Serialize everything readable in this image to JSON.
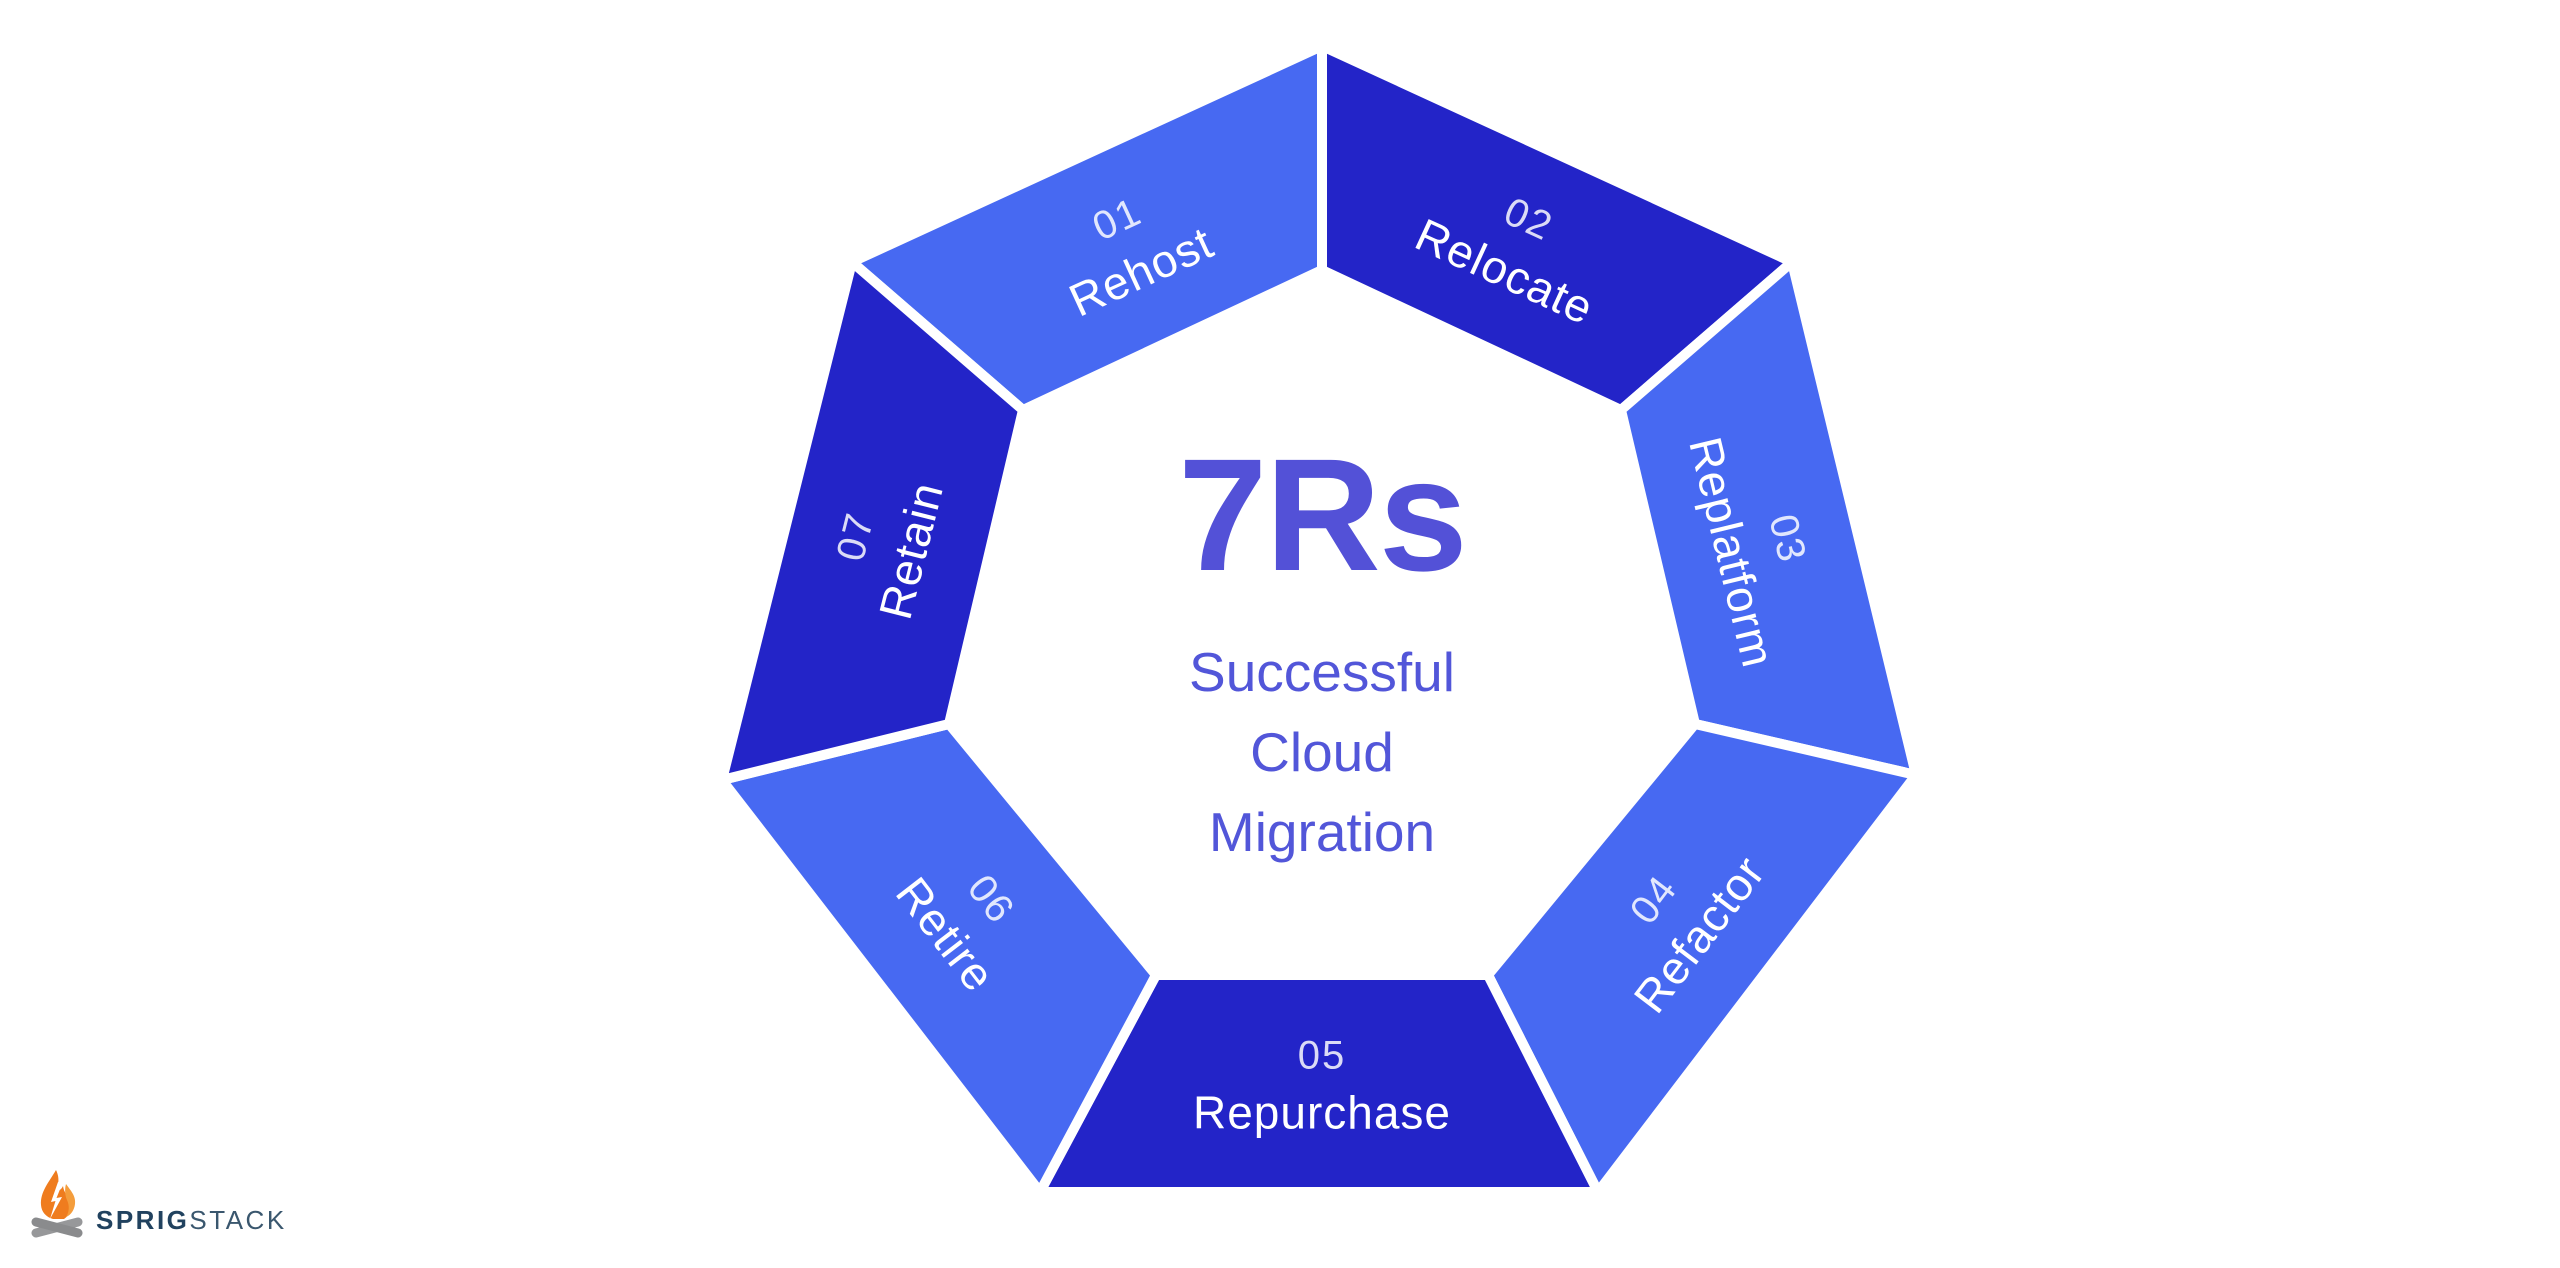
{
  "title": {
    "heading": "7Rs",
    "subtitle_lines": [
      "Successful",
      "Cloud",
      "Migration"
    ]
  },
  "segments": [
    {
      "number": "01",
      "name": "Rehost",
      "tone": "light",
      "color": "#4769F2"
    },
    {
      "number": "02",
      "name": "Relocate",
      "tone": "dark",
      "color": "#2324C8"
    },
    {
      "number": "03",
      "name": "Replatform",
      "tone": "light",
      "color": "#4769F2"
    },
    {
      "number": "04",
      "name": "Refactor",
      "tone": "light",
      "color": "#4769F2"
    },
    {
      "number": "05",
      "name": "Repurchase",
      "tone": "dark",
      "color": "#2324C8"
    },
    {
      "number": "06",
      "name": "Retire",
      "tone": "light",
      "color": "#4769F2"
    },
    {
      "number": "07",
      "name": "Retain",
      "tone": "dark",
      "color": "#2324C8"
    }
  ],
  "colors": {
    "background": "#FFFFFF",
    "segment_light": "#4769F2",
    "segment_dark": "#2324C8",
    "separator": "#FFFFFF",
    "number_text": "rgba(255,255,255,0.84)",
    "name_text": "#FFFFFF",
    "heading_text": "#5351D7",
    "subtitle_text": "#5256D9",
    "text_bold_color": "#21425F",
    "text_light_color": "#3A576E",
    "flame_color": "#EF7C1E",
    "flame_accent": "#F49D3C",
    "log_light": "#97989A",
    "log_dark": "#8A8B8D"
  },
  "logo": {
    "brand_bold": "SPRIG",
    "brand_light": "STACK"
  }
}
